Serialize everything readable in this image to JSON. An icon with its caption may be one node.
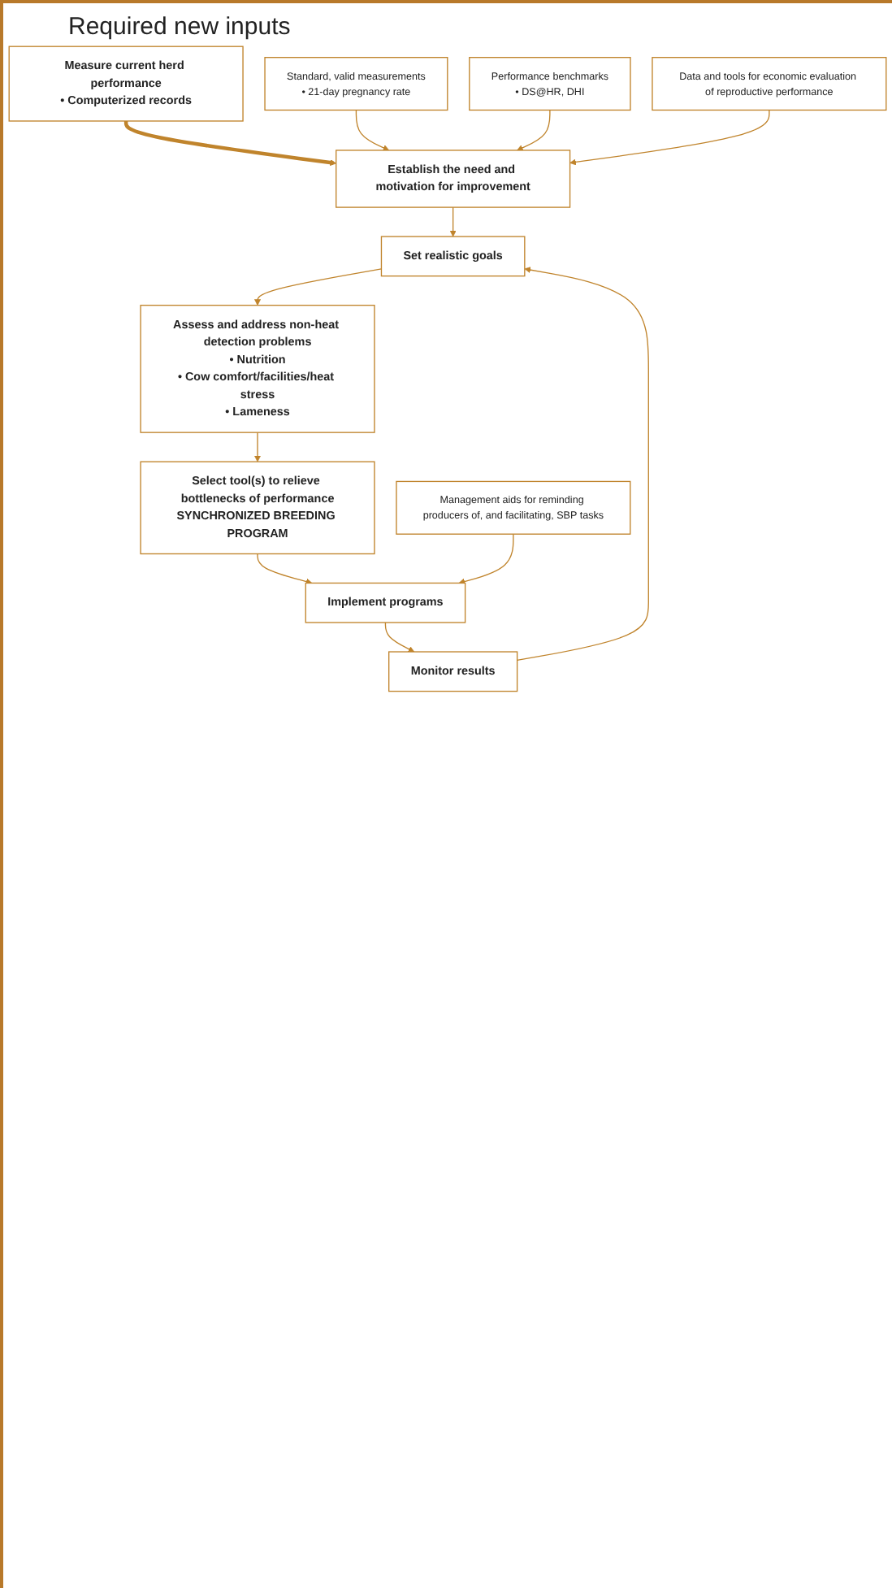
{
  "diagram": {
    "nodes": [
      {
        "text": [
          "Measure current herd performance",
          "• Computerized records"
        ]
      },
      {
        "text": [
          "Standard, valid measurements",
          "• 21-day pregnancy rate"
        ]
      },
      {
        "text": [
          "Performance benchmarks",
          "• DS@HR, DHI"
        ]
      },
      {
        "text": [
          "Data and tools for economic evaluation of reproductive performance"
        ]
      },
      {
        "text": [
          "Establish the need and motivation for improvement"
        ]
      },
      {
        "text": [
          "Set realistic goals"
        ]
      },
      {
        "text": [
          "Assess and address non-heat detection problems",
          "• Nutrition",
          "• Cow comfort/facilities/heat stress",
          "• Lameness"
        ]
      },
      {
        "text": [
          "Select tool(s) to relieve bottlenecks of performance",
          "SYNCHRONIZED BREEDING PROGRAM"
        ]
      },
      {
        "text": [
          "Management aids for reminding producers of, and facilitating, SBP tasks"
        ]
      },
      {
        "text": [
          "Implement programs"
        ]
      },
      {
        "text": [
          "Monitor results"
        ]
      }
    ],
    "edges": [
      {
        "from": 0,
        "to": 4,
        "arrow": "to",
        "style": "thick"
      },
      {
        "from": 1,
        "to": 4,
        "arrow": "to"
      },
      {
        "from": 2,
        "to": 4,
        "arrow": "to"
      },
      {
        "from": 3,
        "to": 4,
        "arrow": "to"
      },
      {
        "from": 4,
        "to": 5,
        "arrow": "to"
      },
      {
        "from": 5,
        "to": 6,
        "arrow": "to"
      },
      {
        "from": 6,
        "to": 7,
        "arrow": "to"
      },
      {
        "from": 7,
        "to": 9,
        "arrow": "to"
      },
      {
        "from": 8,
        "to": 9,
        "arrow": "to"
      },
      {
        "from": 9,
        "to": 10,
        "arrow": "to"
      },
      {
        "from": 10,
        "to": 5,
        "arrow": "to"
      }
    ],
    "labels": [
      "Required new inputs"
    ]
  }
}
